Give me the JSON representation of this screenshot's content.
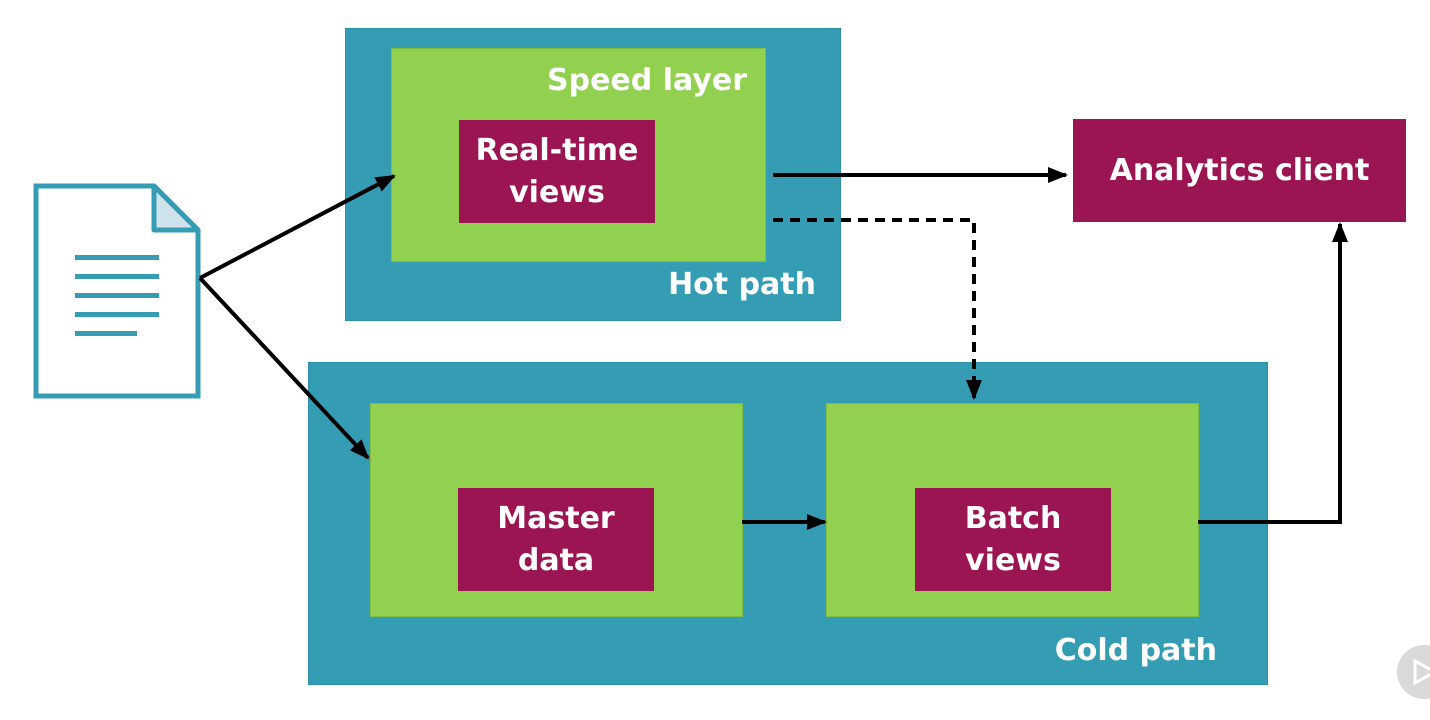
{
  "diagram": {
    "speed_layer_label": "Speed layer",
    "hot_path_label": "Hot path",
    "cold_path_label": "Cold path",
    "real_time_views_label": "Real-time\nviews",
    "master_data_label": "Master\ndata",
    "batch_views_label": "Batch\nviews",
    "analytics_client_label": "Analytics client"
  },
  "icons": {
    "source": "document-icon",
    "watermark": "play-logo-icon"
  },
  "colors": {
    "region": "#349db4",
    "layer": "#92d050",
    "component": "#9b1553",
    "text_light": "#ffffff",
    "arrow": "#000000"
  }
}
